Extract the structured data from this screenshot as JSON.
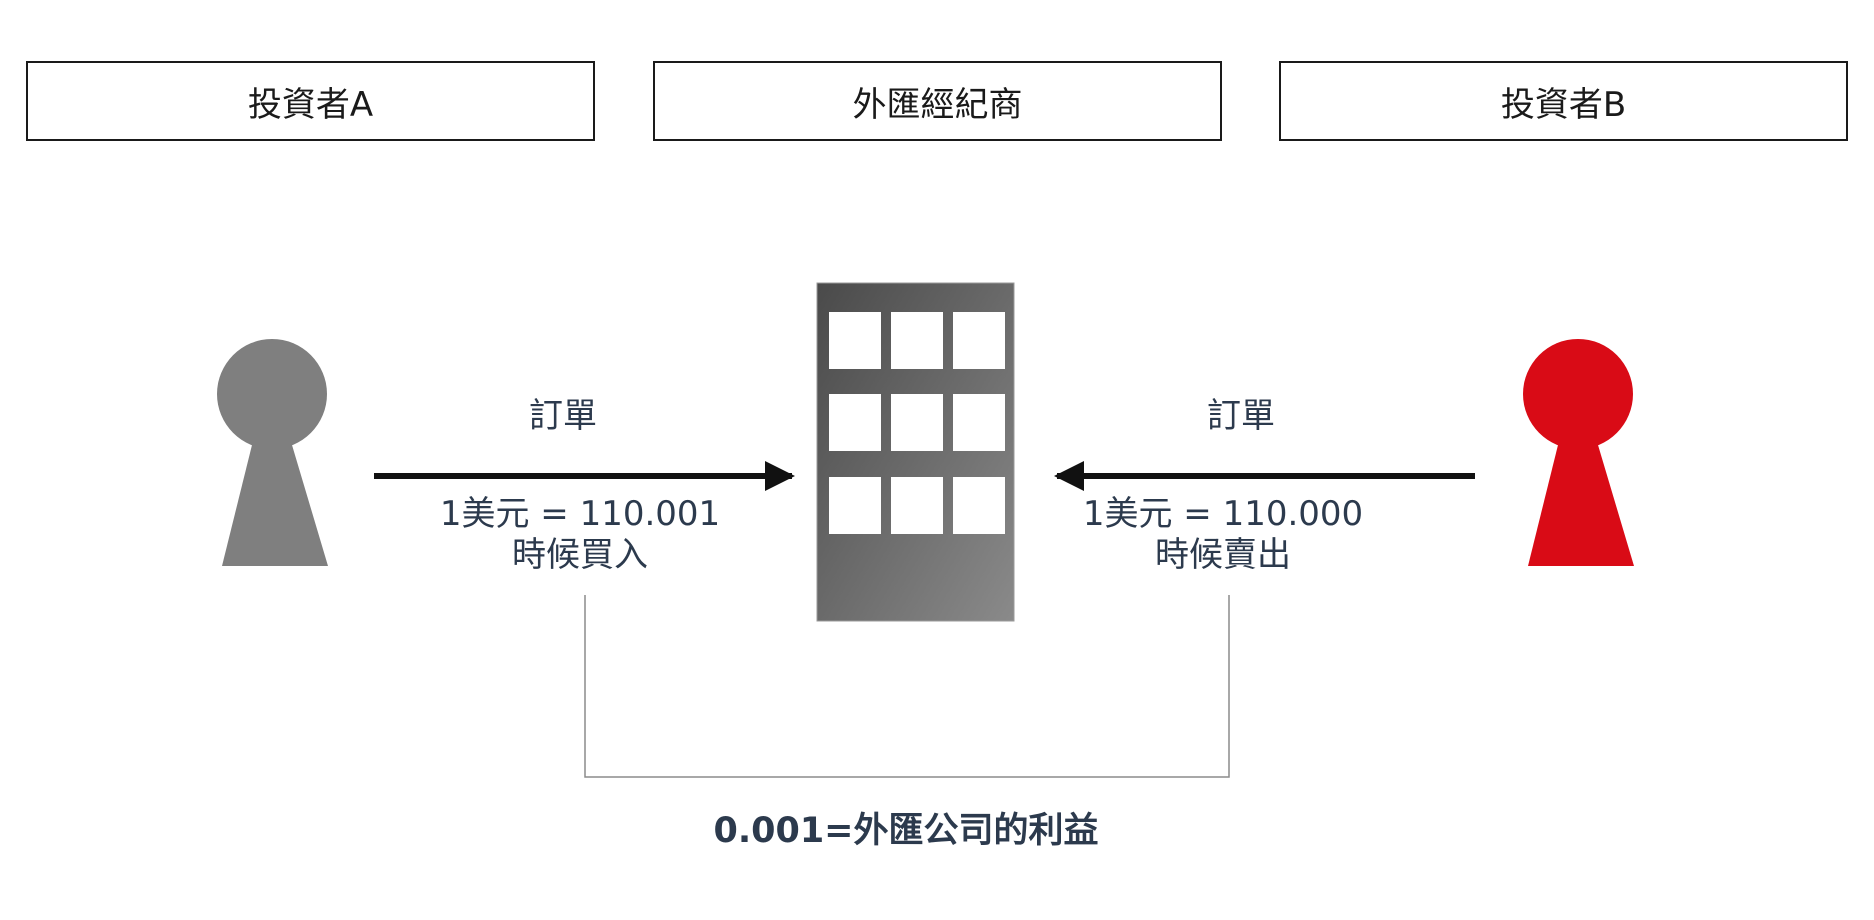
{
  "headers": {
    "investor_a": "投資者A",
    "broker": "外匯經紀商",
    "investor_b": "投資者B"
  },
  "left_flow": {
    "order_label": "訂單",
    "price_line": "1美元 = 110.001",
    "action_line": "時候買入"
  },
  "right_flow": {
    "order_label": "訂單",
    "price_line": "1美元 = 110.000",
    "action_line": "時候賣出"
  },
  "profit_label": "0.001=外匯公司的利益",
  "icons": {
    "investor_a": "person-icon",
    "investor_b": "person-icon",
    "broker": "building-icon"
  },
  "colors": {
    "investor_a": "#7f7f7f",
    "investor_b": "#d90b16",
    "text": "#2c3a4d",
    "arrow": "#111111"
  }
}
